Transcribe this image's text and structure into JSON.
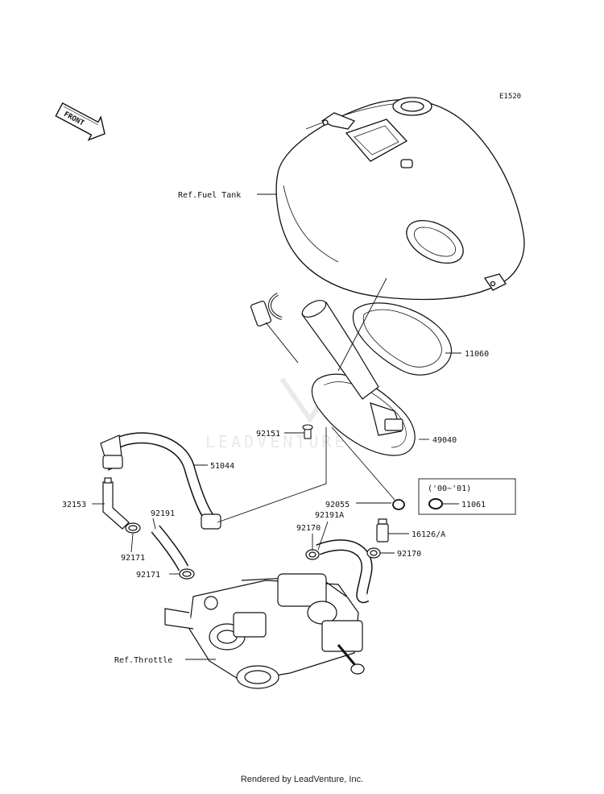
{
  "diagram": {
    "code": "E1520",
    "front_label": "FRONT",
    "watermark": "LEADVENTURE"
  },
  "labels": {
    "ref_fuel_tank": "Ref.Fuel Tank",
    "p11060": "11060",
    "p92151": "92151",
    "p49040": "49040",
    "p51044": "51044",
    "p32153": "32153",
    "p92191": "92191",
    "p92055": "92055",
    "note_years": "('00~'01)",
    "p11061": "11061",
    "p92191A": "92191A",
    "p92170_upper": "92170",
    "p16126A": "16126/A",
    "p92170_right": "92170",
    "p92171_left": "92171",
    "p92171_lower": "92171",
    "ref_throttle": "Ref.Throttle"
  },
  "footer": {
    "text": "Rendered by LeadVenture, Inc."
  }
}
